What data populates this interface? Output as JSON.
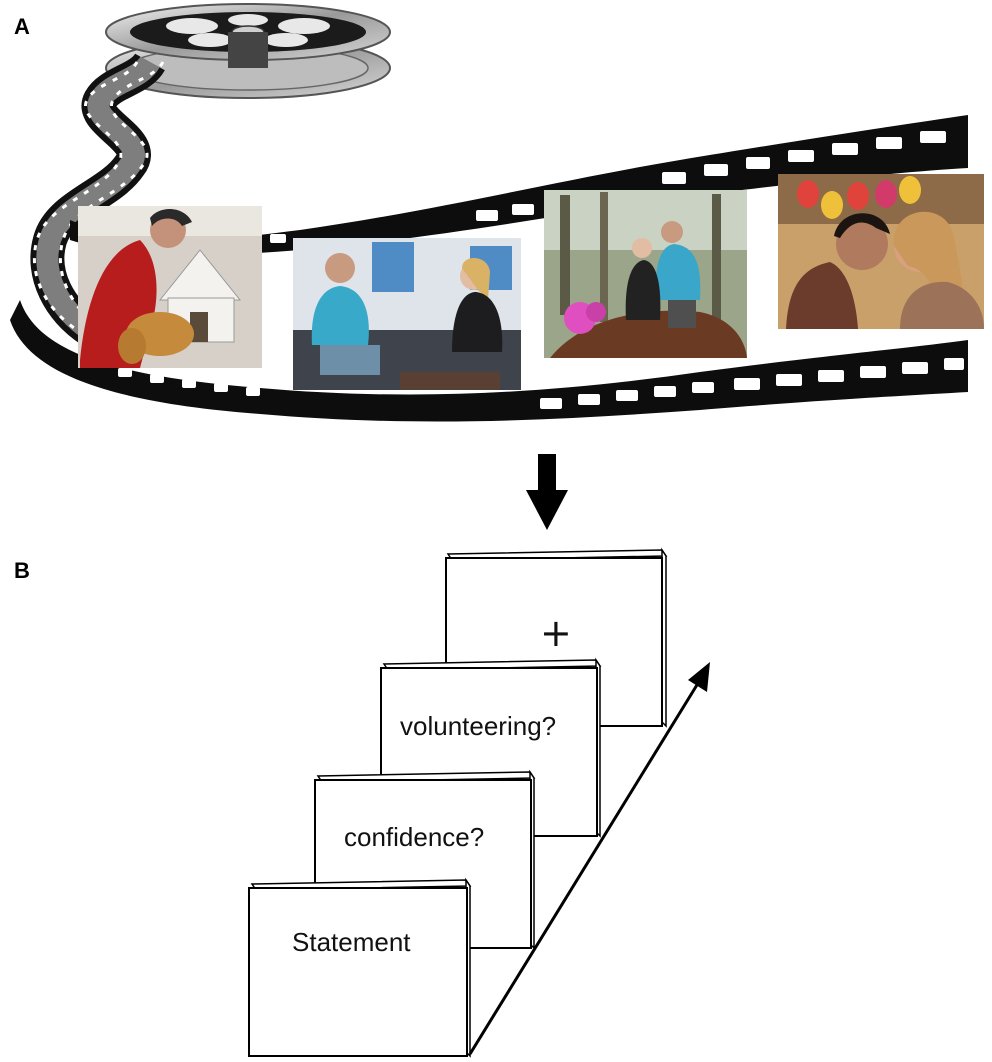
{
  "panels": [
    {
      "label": "A"
    },
    {
      "label": "B"
    }
  ],
  "film": {
    "reel": "film-reel-icon",
    "frames": [
      {
        "name": "frame-man-with-dog-and-doghouse",
        "palette": [
          "#d7d0c8",
          "#b81d1d",
          "#c58a3b"
        ]
      },
      {
        "name": "frame-couple-on-sofa",
        "palette": [
          "#dfe4ea",
          "#39a9c9",
          "#3f434b"
        ]
      },
      {
        "name": "frame-couple-planting-outdoors",
        "palette": [
          "#9aa58a",
          "#4a6a3a",
          "#6b3a22"
        ]
      },
      {
        "name": "frame-couple-kissing-with-balloons",
        "palette": [
          "#c9a06a",
          "#6b3b2b",
          "#d36a6a"
        ]
      }
    ]
  },
  "trial": {
    "fixation": "+",
    "volunteering": "volunteering?",
    "confidence": "confidence?",
    "statement": "Statement"
  }
}
